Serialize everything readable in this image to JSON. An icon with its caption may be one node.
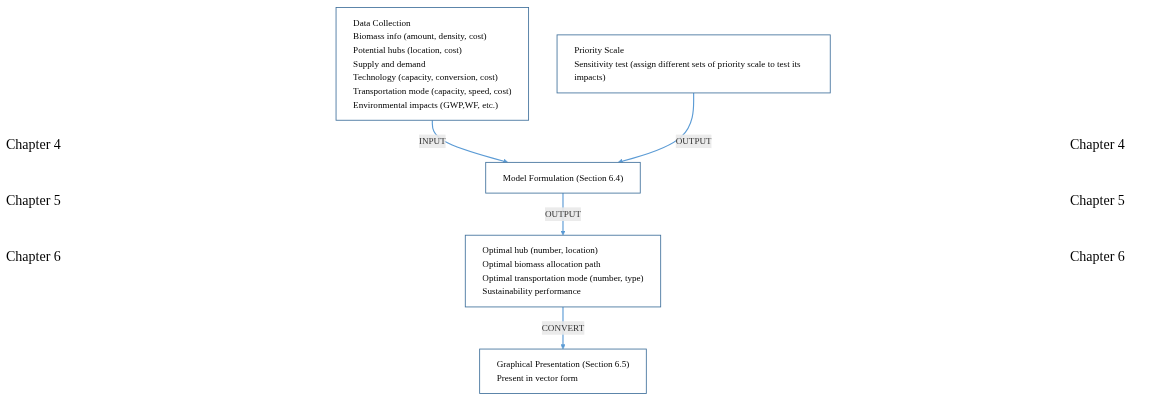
{
  "diagram": {
    "nodes": [
      {
        "text": [
          "Data Collection",
          "Biomass info (amount, density, cost)",
          "Potential hubs (location, cost)",
          "Supply and demand",
          "Technology (capacity, conversion, cost)",
          "Transportation mode (capacity, speed, cost)",
          "Environmental impacts (GWP,WF, etc.)"
        ]
      },
      {
        "text": [
          "Priority Scale",
          "Sensitivity test (assign different sets of priority scale to test its impacts)"
        ]
      },
      {
        "text": [
          "Model Formulation (Section 6.4)"
        ]
      },
      {
        "text": [
          "Optimal hub (number, location)",
          "Optimal biomass allocation path",
          "Optimal transportation mode (number, type)",
          "Sustainability performance"
        ]
      },
      {
        "text": [
          "Graphical Presentation (Section 6.5)",
          "Present in vector form"
        ]
      }
    ],
    "edges": [
      {
        "from": 0,
        "to": 2,
        "arrow": "to",
        "label": "INPUT",
        "color": "#5b9bd5"
      },
      {
        "from": 1,
        "to": 2,
        "arrow": "to",
        "label": "OUTPUT",
        "color": "#5b9bd5"
      },
      {
        "from": 2,
        "to": 3,
        "arrow": "to",
        "label": "OUTPUT",
        "color": "#5b9bd5"
      },
      {
        "from": 3,
        "to": 4,
        "arrow": "to",
        "label": "CONVERT",
        "color": "#5b9bd5"
      }
    ],
    "labels": [
      "Chapter 4",
      "Chapter 5",
      "Chapter 6",
      "Chapter 4",
      "Chapter 5",
      "Chapter 6"
    ]
  }
}
